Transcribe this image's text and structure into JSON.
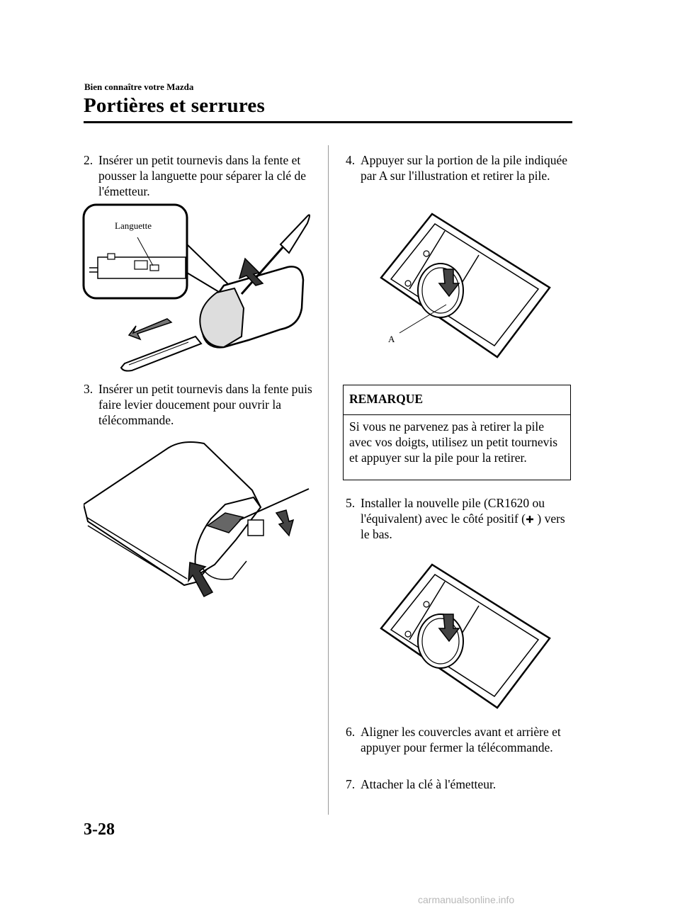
{
  "header": {
    "section_label": "Bien connaître votre Mazda",
    "page_title": "Portières et serrures"
  },
  "steps": {
    "step2": {
      "num": "2.",
      "text": "Insérer un petit tournevis dans la fente et pousser la languette pour séparer la clé de l'émetteur."
    },
    "step3": {
      "num": "3.",
      "text": "Insérer un petit tournevis dans la fente puis faire levier doucement pour ouvrir la télécommande."
    },
    "step4": {
      "num": "4.",
      "text": "Appuyer sur la portion de la pile indiquée par A sur l'illustration et retirer la pile."
    },
    "step5": {
      "num": "5.",
      "text_before": "Installer la nouvelle pile (CR1620 ou l'équivalent) avec le côté positif (",
      "text_after": " ) vers le bas."
    },
    "step6": {
      "num": "6.",
      "text": "Aligner les couvercles avant et arrière et appuyer pour fermer la télécommande."
    },
    "step7": {
      "num": "7.",
      "text": "Attacher la clé à l'émetteur."
    }
  },
  "figures": {
    "fig1_label": "Languette",
    "fig3_label": "A"
  },
  "remarque": {
    "heading": "REMARQUE",
    "body": "Si vous ne parvenez pas à retirer la pile avec vos doigts, utilisez un petit tournevis et appuyer sur la pile pour la retirer."
  },
  "footer": {
    "page_number": "3-28",
    "watermark": "carmanualsonline.info"
  }
}
